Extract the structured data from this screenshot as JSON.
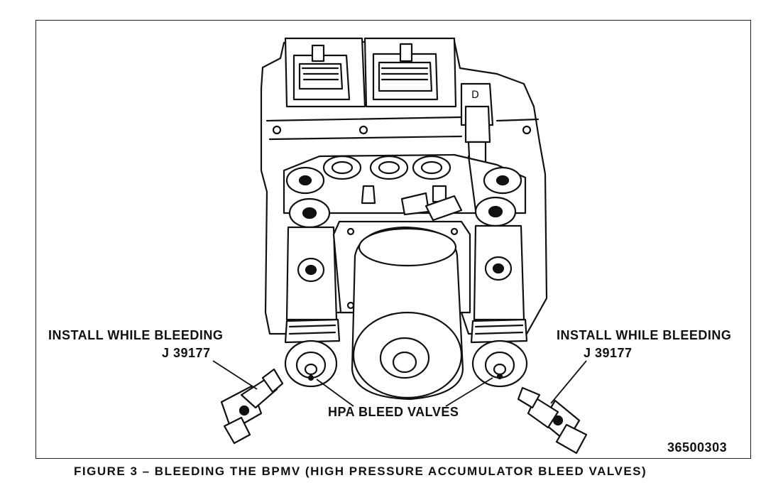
{
  "figure": {
    "left_tool_label": "INSTALL WHILE BLEEDING",
    "left_tool_number": "J 39177",
    "right_tool_label": "INSTALL WHILE BLEEDING",
    "right_tool_number": "J 39177",
    "valves_label": "HPA BLEED VALVES",
    "figure_code": "36500303",
    "caption": "FIGURE 3 – BLEEDING THE BPMV (HIGH PRESSURE ACCUMULATOR BLEED VALVES)"
  }
}
